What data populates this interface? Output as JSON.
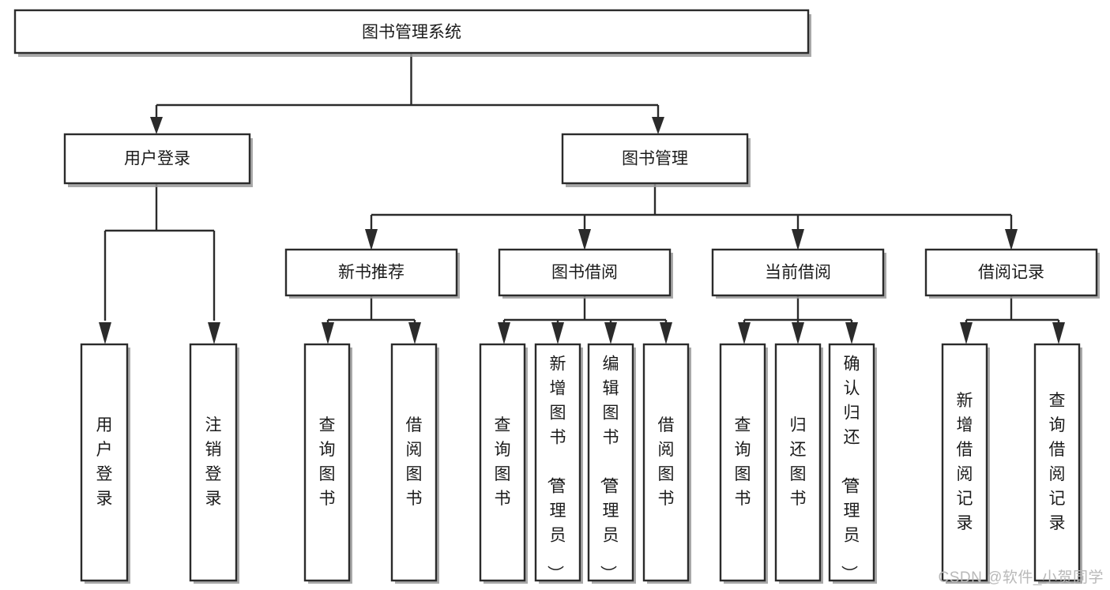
{
  "diagram": {
    "type": "tree-hierarchy-chart",
    "title_node": "图书管理系统",
    "level2": [
      {
        "id": "user-login",
        "label": "用户登录"
      },
      {
        "id": "book-management",
        "label": "图书管理"
      }
    ],
    "level3": [
      {
        "id": "new-book-recommend",
        "label": "新书推荐"
      },
      {
        "id": "book-borrow",
        "label": "图书借阅"
      },
      {
        "id": "current-borrow",
        "label": "当前借阅"
      },
      {
        "id": "borrow-record",
        "label": "借阅记录"
      }
    ],
    "leaves": {
      "user-login": [
        {
          "id": "leaf-user-login",
          "label": "用户登录"
        },
        {
          "id": "leaf-logout-login",
          "label": "注销登录"
        }
      ],
      "new-book-recommend": [
        {
          "id": "leaf-query-book-1",
          "label": "查询图书"
        },
        {
          "id": "leaf-borrow-book-1",
          "label": "借阅图书"
        }
      ],
      "book-borrow": [
        {
          "id": "leaf-query-book-2",
          "label": "查询图书"
        },
        {
          "id": "leaf-add-book-admin",
          "label": "新增图书（管理员）"
        },
        {
          "id": "leaf-edit-book-admin",
          "label": "编辑图书（管理员）"
        },
        {
          "id": "leaf-borrow-book-2",
          "label": "借阅图书"
        }
      ],
      "current-borrow": [
        {
          "id": "leaf-query-book-3",
          "label": "查询图书"
        },
        {
          "id": "leaf-return-book",
          "label": "归还图书"
        },
        {
          "id": "leaf-confirm-return-admin",
          "label": "确认归还（管理员）"
        }
      ],
      "borrow-record": [
        {
          "id": "leaf-add-borrow-record",
          "label": "新增借阅记录"
        },
        {
          "id": "leaf-query-borrow-record",
          "label": "查询借阅记录"
        }
      ]
    },
    "colors": {
      "box_stroke": "#2b2b2b",
      "box_fill": "#ffffff",
      "text": "#1b1b1b",
      "shadow": "#9a9a9a",
      "watermark": "#b9b9b9",
      "background": "#ffffff"
    }
  },
  "watermark": {
    "text": "CSDN @软件_小贺同学"
  }
}
